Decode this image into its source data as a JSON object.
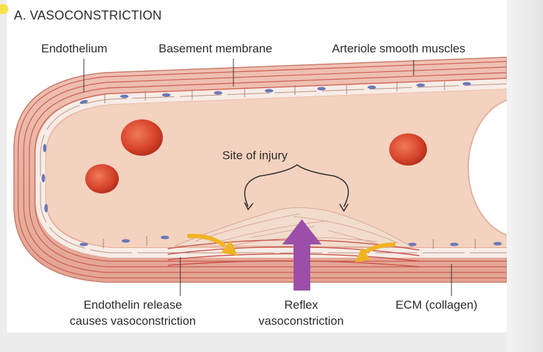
{
  "panel_title": "A. VASOCONSTRICTION",
  "labels": {
    "endothelium": "Endothelium",
    "basement_membrane": "Basement membrane",
    "arteriole_smooth_muscle": "Arteriole smooth muscles",
    "site_of_injury": "Site of injury",
    "endothelin_release_line1": "Endothelin release",
    "endothelin_release_line2": "causes vasoconstriction",
    "reflex_line1": "Reflex",
    "reflex_line2": "vasoconstriction",
    "ecm": "ECM (collagen)"
  },
  "colors": {
    "vessel_wall": "#e8b0a0",
    "muscle_stripe": "#c9504a",
    "lumen": "#f3d2bf",
    "endothelial_cell": "#f7ece6",
    "nucleus": "#6a78b8",
    "red_blood_cell": "#d8452c",
    "endothelin_arrow": "#f1b323",
    "reflex_arrow": "#9b4fa8"
  }
}
